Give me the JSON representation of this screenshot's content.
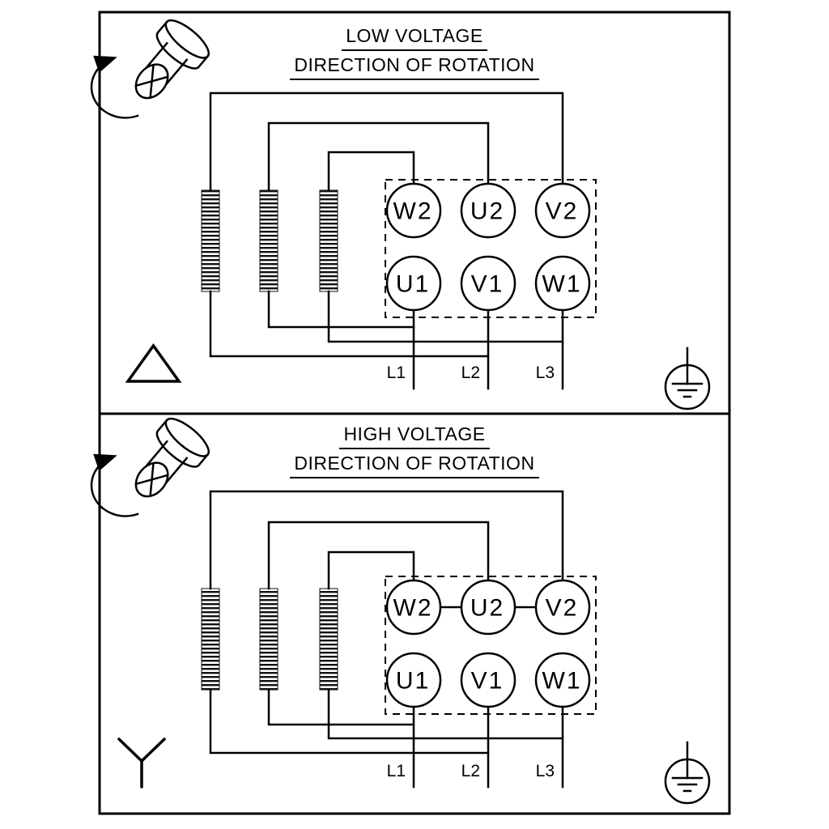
{
  "diagram": {
    "colors": {
      "line": "#000000",
      "background": "#ffffff"
    },
    "panels": [
      {
        "title": "LOW VOLTAGE",
        "subtitle": "DIRECTION OF ROTATION",
        "connection": "delta",
        "terminals": {
          "top": [
            "W2",
            "U2",
            "V2"
          ],
          "bottom": [
            "U1",
            "V1",
            "W1"
          ]
        },
        "leads": [
          "L1",
          "L2",
          "L3"
        ],
        "icons": [
          "shaft-rotation-icon",
          "delta-icon",
          "ground-icon"
        ]
      },
      {
        "title": "HIGH VOLTAGE",
        "subtitle": "DIRECTION OF ROTATION",
        "connection": "star",
        "terminals": {
          "top": [
            "W2",
            "U2",
            "V2"
          ],
          "bottom": [
            "U1",
            "V1",
            "W1"
          ]
        },
        "leads": [
          "L1",
          "L2",
          "L3"
        ],
        "icons": [
          "shaft-rotation-icon",
          "star-icon",
          "ground-icon"
        ]
      }
    ]
  }
}
